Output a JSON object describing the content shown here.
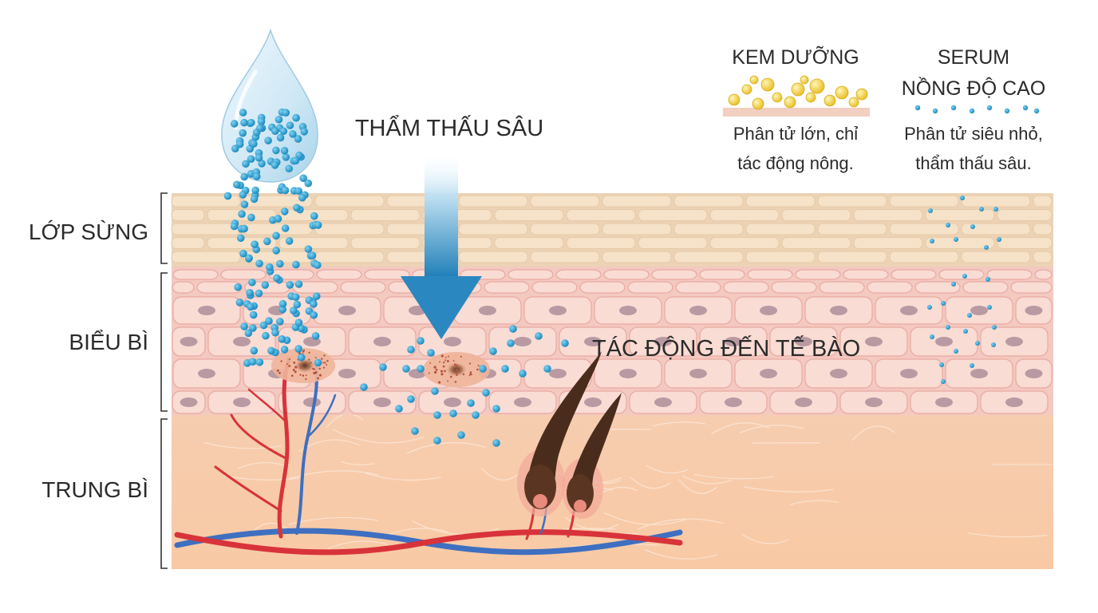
{
  "layers": {
    "stratum_corneum": "LỚP SỪNG",
    "epidermis": "BIỂU BÌ",
    "dermis": "TRUNG BÌ"
  },
  "callouts": {
    "deep_penetration": "THẨM THẤU SÂU",
    "cell_impact": "TÁC ĐỘNG ĐẾN TẾ BÀO"
  },
  "legend": {
    "cream": {
      "title": "KEM DƯỠNG",
      "desc_line1": "Phân tử lớn, chỉ",
      "desc_line2": "tác động nông."
    },
    "serum": {
      "title_line1": "SERUM",
      "title_line2": "NỒNG ĐỘ CAO",
      "desc_line1": "Phân tử siêu nhỏ,",
      "desc_line2": "thẩm thấu sâu."
    }
  },
  "colors": {
    "serum_particle": "#1e96c8",
    "cream_particle": "#f3d23c",
    "artery": "#d8333a",
    "vein": "#3f6fc0",
    "hair": "#4a2c1c",
    "corneum": "#f3d8bc",
    "epidermis": "#f6cfc6",
    "dermis": "#f7ccad"
  }
}
